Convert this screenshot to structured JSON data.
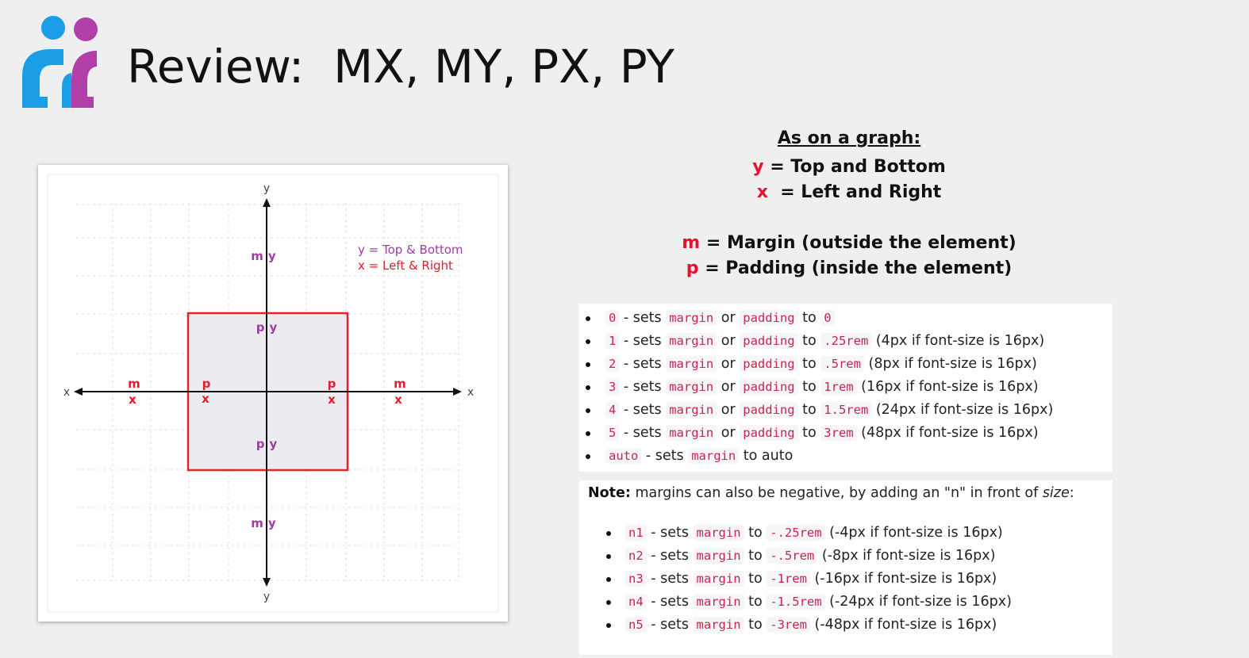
{
  "slide": {
    "title": "Review:  MX, MY, PX, PY",
    "logo_icon": "two-people-logo-icon",
    "colors": {
      "logo_blue": "#1a9ee6",
      "logo_purple": "#b23fa8",
      "accent_red": "#e8102a"
    }
  },
  "diagram": {
    "axis_labels": {
      "x_left": "x",
      "x_right": "x",
      "y_top": "y",
      "y_bottom": "y"
    },
    "legend": {
      "y_line": "y = Top & Bottom",
      "x_line": "x = Left & Right"
    },
    "margin_top": "my",
    "margin_bottom": "my",
    "padding_top": "py",
    "padding_bottom": "py",
    "margin_left": {
      "m": "m",
      "x": "x"
    },
    "padding_left": {
      "p": "p",
      "x": "x"
    },
    "padding_right": {
      "p": "p",
      "x": "x"
    },
    "margin_right": {
      "m": "m",
      "x": "x"
    },
    "colors": {
      "box_border": "#e8202a",
      "box_fill": "#ececf0",
      "label_purple": "#a13aa5",
      "label_red": "#e01e2e"
    }
  },
  "summary": {
    "heading": "As on a graph:",
    "y_key": "y",
    "y_text": " = Top and Bottom",
    "x_key": "x",
    "x_text": "  = Left and Right",
    "m_key": "m",
    "m_text": " = Margin (outside the element)",
    "p_key": "p",
    "p_text": " = Padding (inside the element)"
  },
  "sizes": [
    {
      "code": "0",
      "text1": " - sets ",
      "c1": "margin",
      "text2": " or ",
      "c2": "padding",
      "text3": " to ",
      "c3": "0",
      "text4": ""
    },
    {
      "code": "1",
      "text1": " - sets ",
      "c1": "margin",
      "text2": " or ",
      "c2": "padding",
      "text3": " to ",
      "c3": ".25rem",
      "text4": " (4px if font-size is 16px)"
    },
    {
      "code": "2",
      "text1": " - sets ",
      "c1": "margin",
      "text2": " or ",
      "c2": "padding",
      "text3": " to ",
      "c3": ".5rem",
      "text4": " (8px if font-size is 16px)"
    },
    {
      "code": "3",
      "text1": " - sets ",
      "c1": "margin",
      "text2": " or ",
      "c2": "padding",
      "text3": " to ",
      "c3": "1rem",
      "text4": " (16px if font-size is 16px)"
    },
    {
      "code": "4",
      "text1": " - sets ",
      "c1": "margin",
      "text2": " or ",
      "c2": "padding",
      "text3": " to ",
      "c3": "1.5rem",
      "text4": " (24px if font-size is 16px)"
    },
    {
      "code": "5",
      "text1": " - sets ",
      "c1": "margin",
      "text2": " or ",
      "c2": "padding",
      "text3": " to ",
      "c3": "3rem",
      "text4": " (48px if font-size is 16px)"
    }
  ],
  "auto_row": {
    "code": "auto",
    "text1": " - sets ",
    "c1": "margin",
    "text2": " to auto"
  },
  "note": {
    "bold": "Note:",
    "text": " margins can also be negative, by adding an \"n\" in front of ",
    "italic": "size",
    "end": ":"
  },
  "negatives": [
    {
      "code": "n1",
      "text1": " - sets ",
      "c1": "margin",
      "text2": " to ",
      "c2": "-.25rem",
      "text3": " (-4px if font-size is 16px)"
    },
    {
      "code": "n2",
      "text1": " - sets ",
      "c1": "margin",
      "text2": " to ",
      "c2": "-.5rem",
      "text3": " (-8px if font-size is 16px)"
    },
    {
      "code": "n3",
      "text1": " - sets ",
      "c1": "margin",
      "text2": " to ",
      "c2": "-1rem",
      "text3": " (-16px if font-size is 16px)"
    },
    {
      "code": "n4",
      "text1": " - sets ",
      "c1": "margin",
      "text2": " to ",
      "c2": "-1.5rem",
      "text3": " (-24px if font-size is 16px)"
    },
    {
      "code": "n5",
      "text1": " - sets ",
      "c1": "margin",
      "text2": " to ",
      "c2": "-3rem",
      "text3": " (-48px if font-size is 16px)"
    }
  ]
}
